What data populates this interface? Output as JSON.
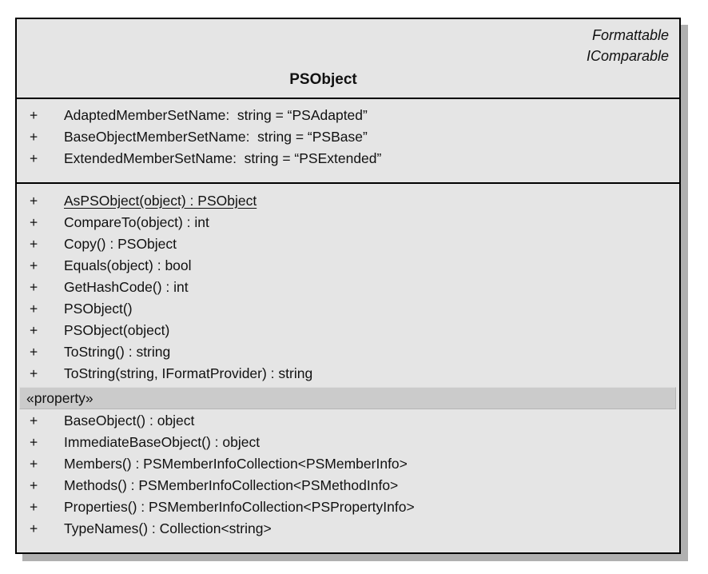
{
  "colors": {
    "box_fill": "#e5e5e5",
    "bar_fill": "#cbcbcb",
    "border_color": "#000000",
    "shadow_color": "#b0b0b0"
  },
  "diagram": {
    "interfaces": [
      "Formattable",
      "IComparable"
    ],
    "class_name": "PSObject",
    "fields": [
      {
        "vis": "+",
        "text": "AdaptedMemberSetName:  string = “PSAdapted”"
      },
      {
        "vis": "+",
        "text": "BaseObjectMemberSetName:  string = “PSBase”"
      },
      {
        "vis": "+",
        "text": "ExtendedMemberSetName:  string = “PSExtended”"
      }
    ],
    "methods": [
      {
        "vis": "+",
        "text": "AsPSObject(object) : PSObject",
        "static": true
      },
      {
        "vis": "+",
        "text": "CompareTo(object) : int"
      },
      {
        "vis": "+",
        "text": "Copy() : PSObject"
      },
      {
        "vis": "+",
        "text": "Equals(object) : bool"
      },
      {
        "vis": "+",
        "text": "GetHashCode() : int"
      },
      {
        "vis": "+",
        "text": "PSObject()"
      },
      {
        "vis": "+",
        "text": "PSObject(object)"
      },
      {
        "vis": "+",
        "text": "ToString() : string"
      },
      {
        "vis": "+",
        "text": "ToString(string, IFormatProvider) : string"
      }
    ],
    "stereotype": "«property»",
    "properties": [
      {
        "vis": "+",
        "text": "BaseObject() : object"
      },
      {
        "vis": "+",
        "text": "ImmediateBaseObject() : object"
      },
      {
        "vis": "+",
        "text": "Members() : PSMemberInfoCollection<PSMemberInfo>"
      },
      {
        "vis": "+",
        "text": "Methods() : PSMemberInfoCollection<PSMethodInfo>"
      },
      {
        "vis": "+",
        "text": "Properties() : PSMemberInfoCollection<PSPropertyInfo>"
      },
      {
        "vis": "+",
        "text": "TypeNames() : Collection<string>"
      }
    ]
  }
}
